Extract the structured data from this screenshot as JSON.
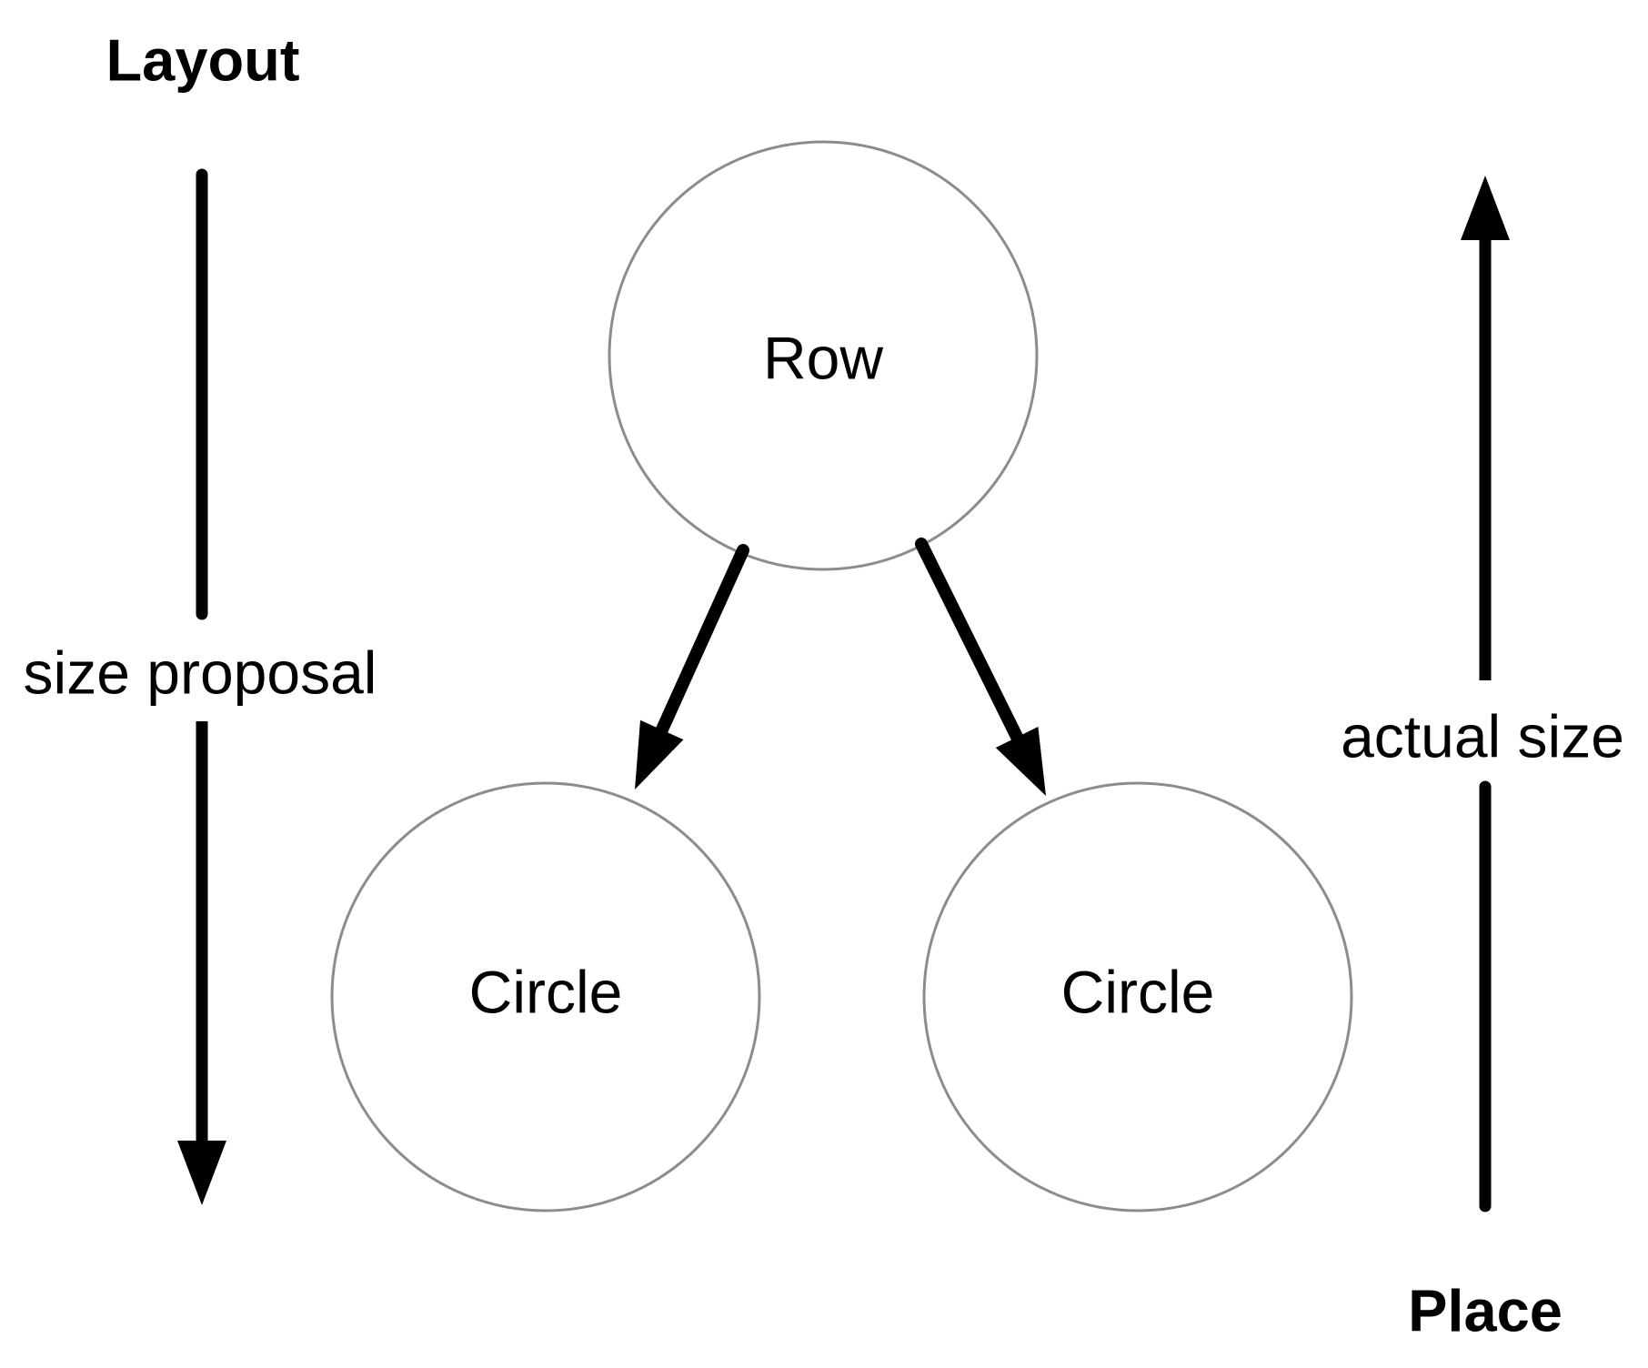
{
  "diagram": {
    "phase_top": {
      "label": "Layout"
    },
    "phase_bottom": {
      "label": "Place"
    },
    "downward_arrow": {
      "label": "size proposal",
      "direction": "down"
    },
    "upward_arrow": {
      "label": "actual size",
      "direction": "up"
    },
    "tree": {
      "root": {
        "label": "Row"
      },
      "children": [
        {
          "label": "Circle"
        },
        {
          "label": "Circle"
        }
      ]
    },
    "colors": {
      "background": "#ffffff",
      "node_fill": "#ffffff",
      "node_stroke": "#8c8c8c",
      "arrow": "#000000",
      "text": "#000000"
    }
  }
}
